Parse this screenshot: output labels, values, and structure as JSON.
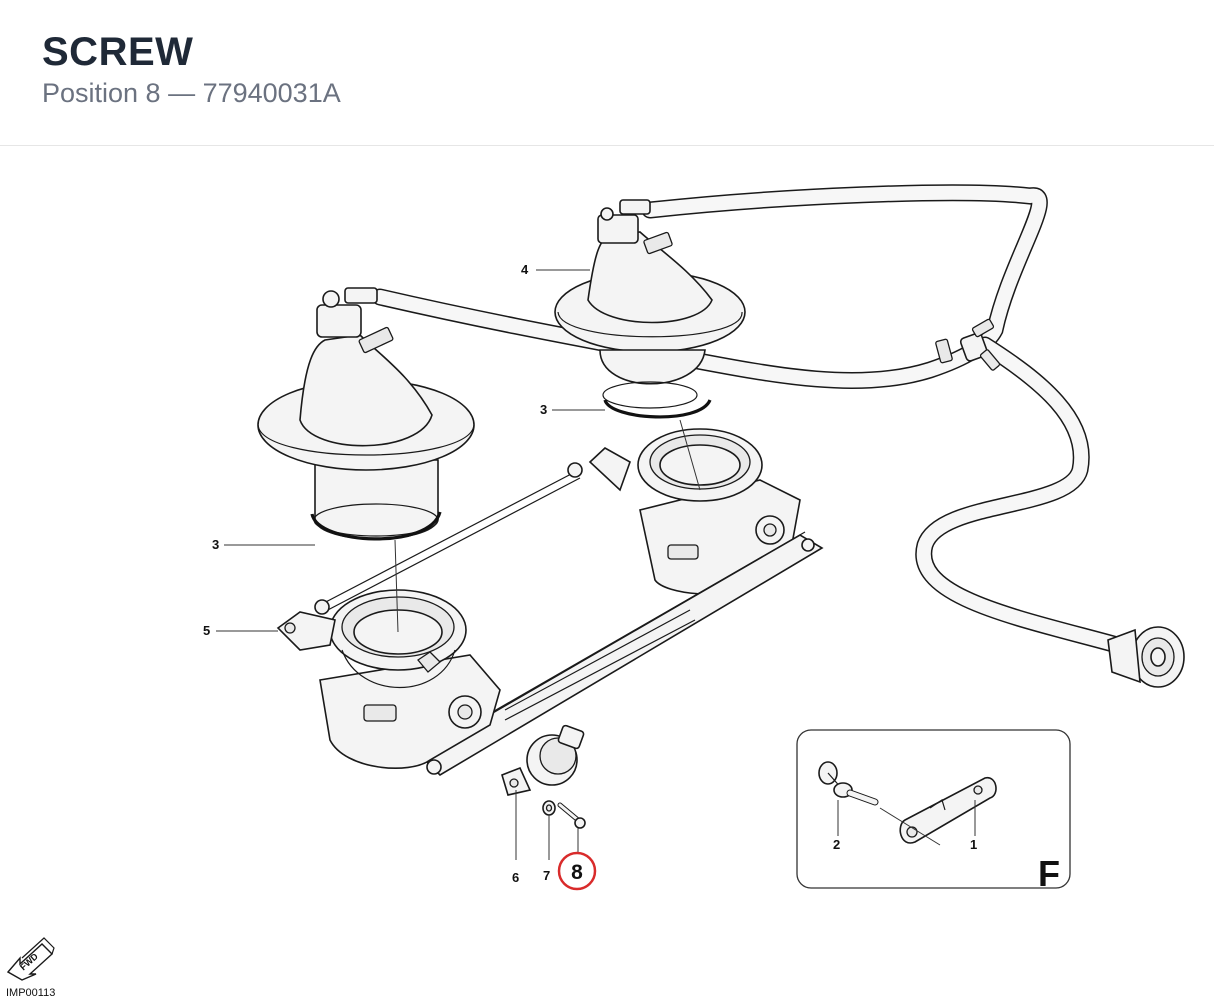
{
  "header": {
    "title": "SCREW",
    "subtitle": "Position 8 — 77940031A"
  },
  "callouts": {
    "c1": "1",
    "c2": "2",
    "c3a": "3",
    "c3b": "3",
    "c4": "4",
    "c5": "5",
    "c6": "6",
    "c7": "7",
    "c8": "8"
  },
  "inset": {
    "letter": "F"
  },
  "fwd_icon": {
    "label": "FWD"
  },
  "footer": {
    "code": "IMP00113"
  },
  "colors": {
    "highlight": "#d92b2b",
    "line": "#1a1a1a",
    "fill": "#f2f2f2"
  },
  "highlighted_position": "8"
}
